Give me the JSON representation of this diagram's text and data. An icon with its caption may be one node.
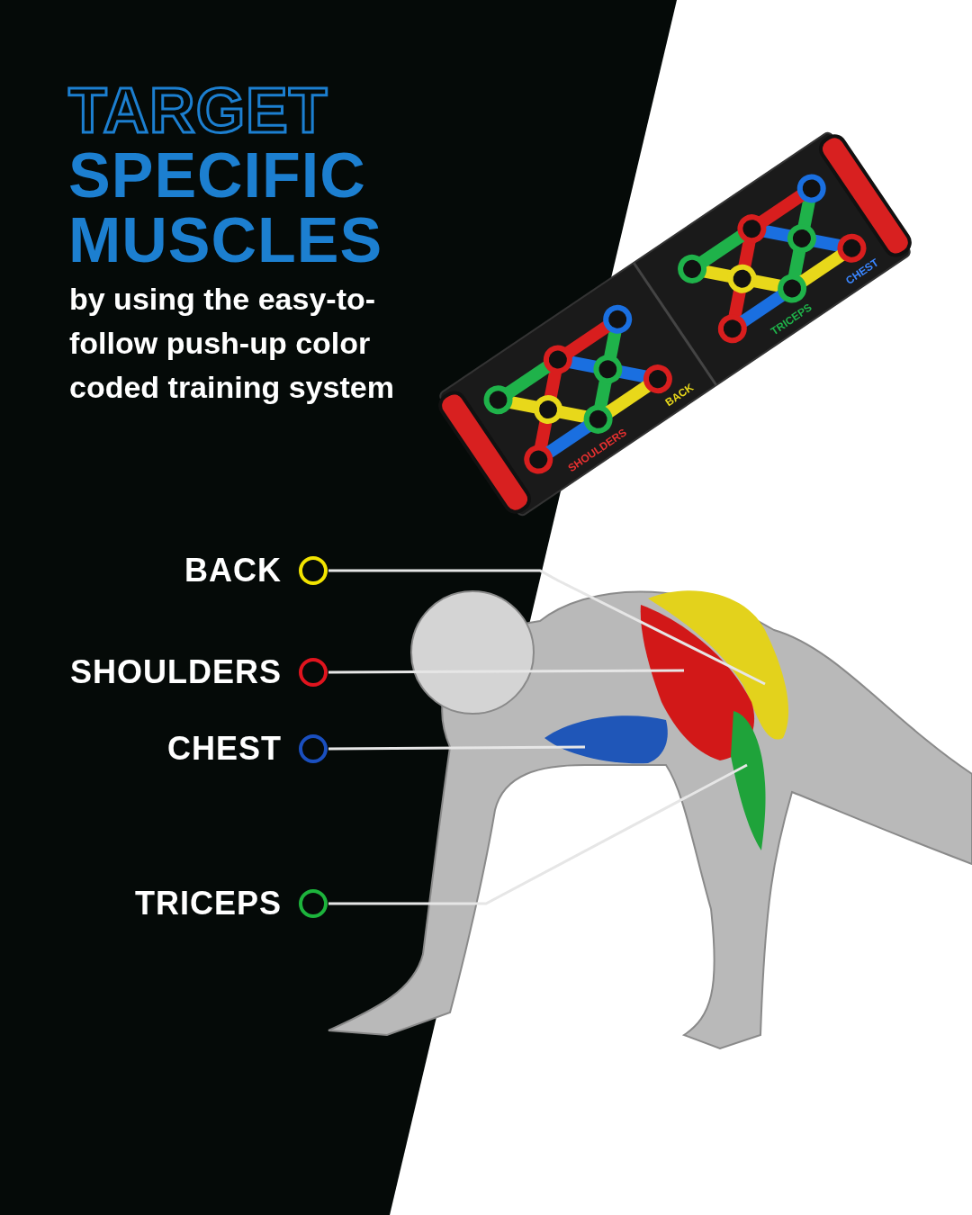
{
  "diagram": {
    "title": "TARGET SPECIFIC MUSCLES",
    "nodes": [
      {
        "text": [
          "BACK"
        ]
      },
      {
        "text": [
          "SHOULDERS"
        ]
      },
      {
        "text": [
          "CHEST"
        ]
      },
      {
        "text": [
          "TRICEPS"
        ]
      },
      {
        "text": [],
        "shape": "picture"
      },
      {
        "text": [],
        "shape": "picture"
      },
      {
        "text": [],
        "shape": "picture"
      },
      {
        "text": [],
        "shape": "picture"
      }
    ],
    "edges": [
      {
        "from": 0,
        "to": 4,
        "arrow": "none"
      },
      {
        "from": 1,
        "to": 5,
        "arrow": "none"
      },
      {
        "from": 2,
        "to": 6,
        "arrow": "none"
      },
      {
        "from": 3,
        "to": 7,
        "arrow": "none"
      }
    ],
    "labels": [
      "by using the easy-to-follow push-up color coded training system",
      "CHEST",
      "TRICEPS",
      "BACK",
      "SHOULDERS"
    ]
  }
}
